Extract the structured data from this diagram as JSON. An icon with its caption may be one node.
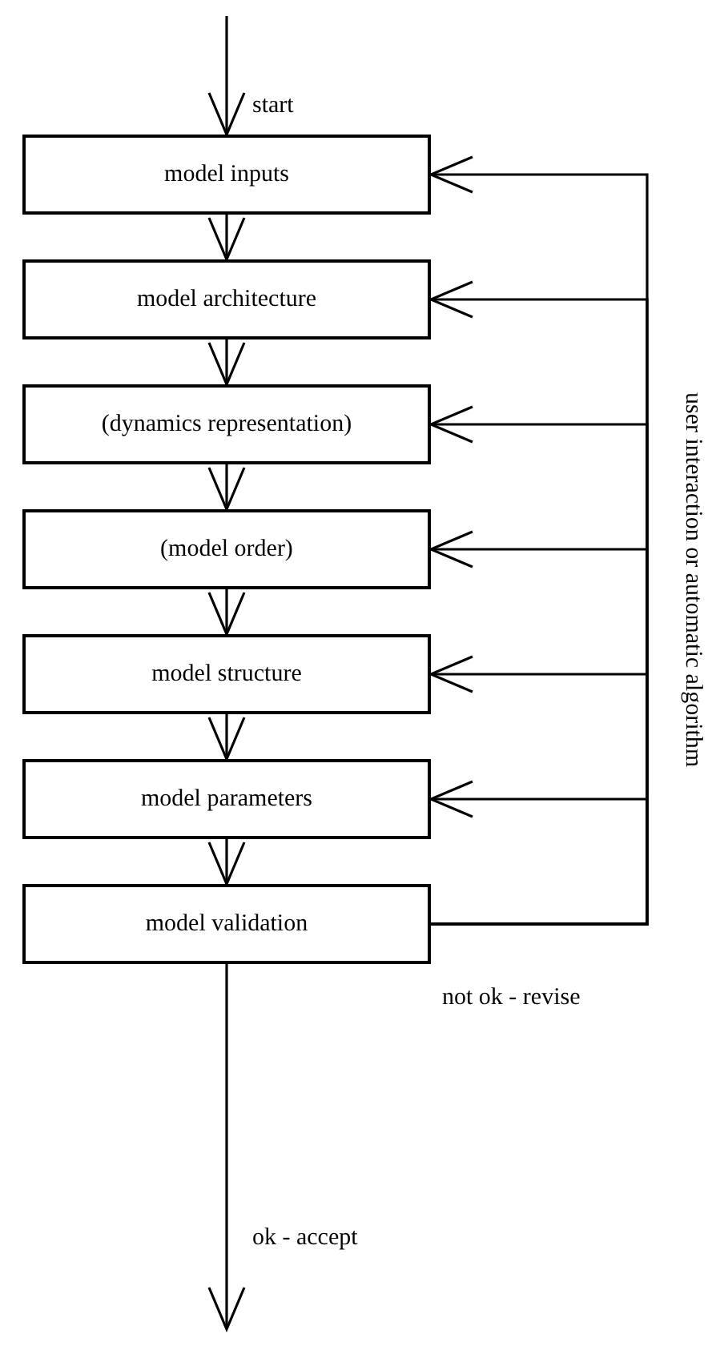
{
  "diagram": {
    "nodes": [
      {
        "text": [
          "model inputs"
        ]
      },
      {
        "text": [
          "model architecture"
        ]
      },
      {
        "text": [
          "(dynamics representation)"
        ]
      },
      {
        "text": [
          "(model order)"
        ]
      },
      {
        "text": [
          "model structure"
        ]
      },
      {
        "text": [
          "model parameters"
        ]
      },
      {
        "text": [
          "model validation"
        ]
      }
    ],
    "edges": [
      {
        "from": null,
        "to": 0,
        "arrow": "to",
        "label": "start"
      },
      {
        "from": 0,
        "to": 1,
        "arrow": "to"
      },
      {
        "from": 1,
        "to": 2,
        "arrow": "to"
      },
      {
        "from": 2,
        "to": 3,
        "arrow": "to"
      },
      {
        "from": 3,
        "to": 4,
        "arrow": "to"
      },
      {
        "from": 4,
        "to": 5,
        "arrow": "to"
      },
      {
        "from": 5,
        "to": 6,
        "arrow": "to"
      },
      {
        "from": 6,
        "to": null,
        "arrow": "to",
        "label": "ok - accept"
      },
      {
        "from": 6,
        "to": 0,
        "arrow": "to"
      },
      {
        "from": 6,
        "to": 1,
        "arrow": "to"
      },
      {
        "from": 6,
        "to": 2,
        "arrow": "to"
      },
      {
        "from": 6,
        "to": 3,
        "arrow": "to"
      },
      {
        "from": 6,
        "to": 4,
        "arrow": "to"
      },
      {
        "from": 6,
        "to": 5,
        "arrow": "to"
      }
    ],
    "labels": [
      "not ok - revise",
      "user interaction or automatic algorithm"
    ]
  }
}
